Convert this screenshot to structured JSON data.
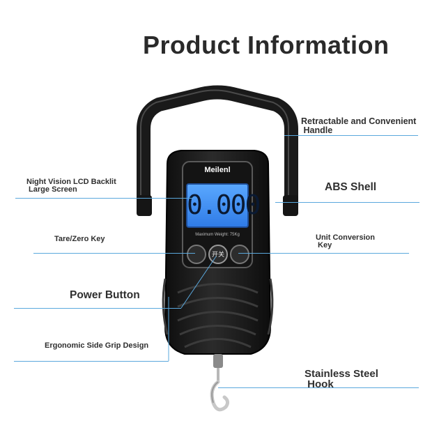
{
  "title": "Product Information",
  "brand": "Meilenl",
  "display": {
    "reading": "0.000",
    "max_weight": "Maximum Weight: 75Kg",
    "power_key": "开关"
  },
  "labels": {
    "handle": "Retractable and Convenient\n Handle",
    "screen": "Night Vision LCD Backlit\n Large Screen",
    "shell": "ABS Shell",
    "tare": "Tare/Zero Key",
    "unit": "Unit Conversion\n Key",
    "power": "Power Button",
    "grip": "Ergonomic Side Grip Design",
    "hook": "Stainless Steel\n Hook"
  },
  "colors": {
    "accent_line": "#5aa8dd",
    "lcd": "#3d8ef0",
    "body": "#1c1c1c"
  }
}
